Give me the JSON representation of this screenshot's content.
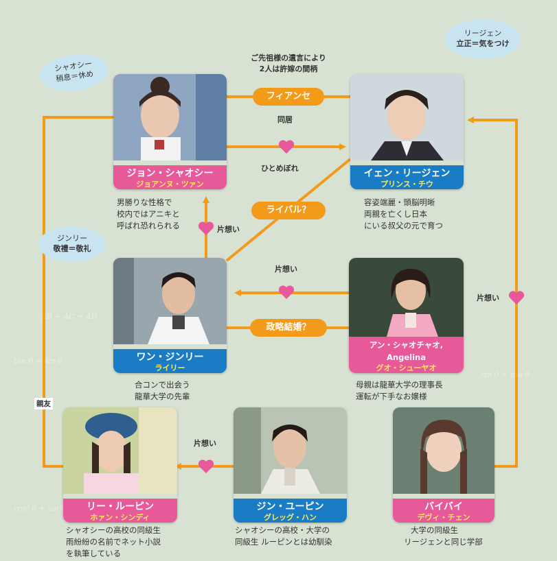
{
  "colors": {
    "orange": "#f39a1b",
    "pink": "#e8599a",
    "blue": "#1a7cc4",
    "yellow": "#ffe85a",
    "bubble": "#c8e4f0"
  },
  "characters": {
    "xiaoxi": {
      "name": "ジョン・シャオシー",
      "actor": "ジョアンヌ・ツァン",
      "desc": [
        "男勝りな性格で",
        "校内ではアニキと",
        "呼ばれ恐れられる"
      ]
    },
    "lizhen": {
      "name": "イェン・リージェン",
      "actor": "プリンス・チウ",
      "desc": [
        "容姿端麗・頭脳明晰",
        "両親を亡くし日本",
        "にいる叔父の元で育つ"
      ]
    },
    "jinli": {
      "name": "ワン・ジンリー",
      "actor": "ライリー",
      "desc": [
        "合コンで出会う",
        "龍華大学の先輩"
      ]
    },
    "angelina": {
      "name": "アン・シャオチャオ, Angelina",
      "actor": "グオ・シューヤオ",
      "desc": [
        "母親は龍華大学の理事長",
        "運転が下手なお嬢様"
      ]
    },
    "lupin": {
      "name": "リー・ルーピン",
      "actor": "ホァン・シンディ",
      "desc": [
        "シャオシーの高校の同級生",
        "雨紛紛の名前でネット小説",
        "を執筆している"
      ]
    },
    "yupin": {
      "name": "ジン・ユーピン",
      "actor": "グレッグ・ハン",
      "desc": [
        "シャオシーの高校・大学の",
        "同級生 ルーピンとは幼馴染"
      ]
    },
    "baibai": {
      "name": "バイバイ",
      "actor": "デヴィ・チェン",
      "desc": [
        "大学の同級生",
        "リージェンと同じ学部"
      ]
    }
  },
  "relations": {
    "fiance": "フィアンセ",
    "fiance_note": [
      "ご先祖様の遺言により",
      "2人は許嫁の間柄"
    ],
    "dokyo": "同居",
    "hitomebore": "ひとめぼれ",
    "rival": "ライバル？",
    "kataomoi": "片想い",
    "seiryaku": "政略結婚？",
    "shinyu": "親友"
  },
  "bubbles": {
    "xiaoxi": [
      "シャオシー",
      "稍息＝休め"
    ],
    "lizhen": [
      "リージェン",
      "立正＝気をつけ"
    ],
    "jinli": [
      "ジンリー",
      "敬禮＝敬礼"
    ]
  }
}
